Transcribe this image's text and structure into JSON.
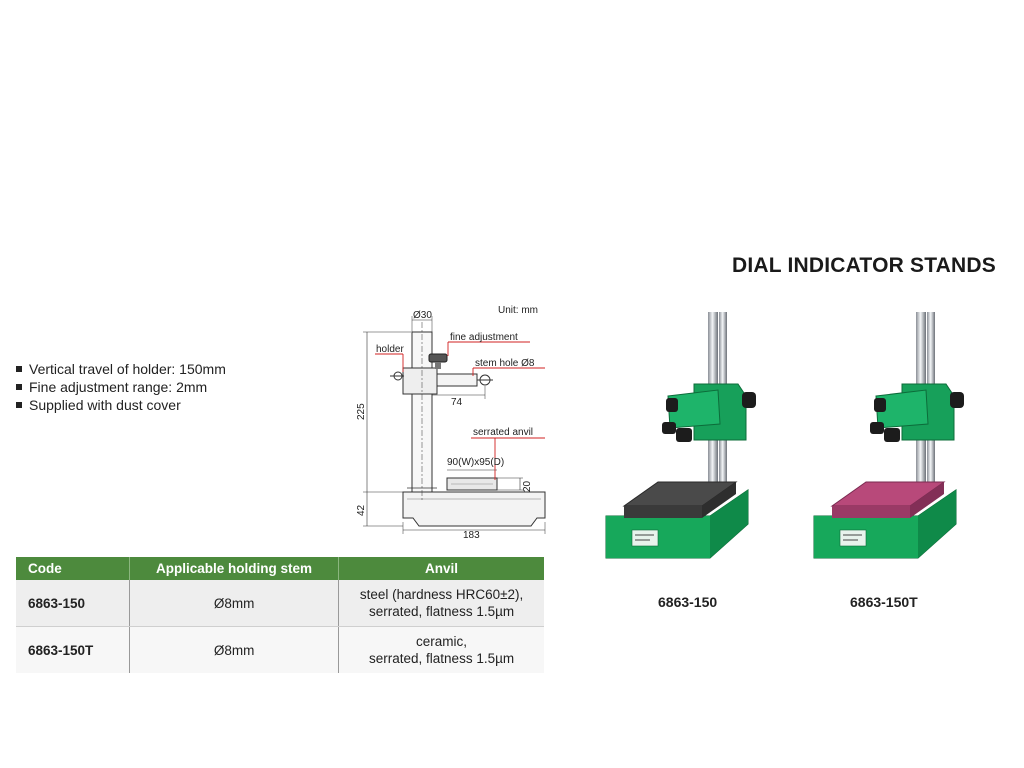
{
  "title": "DIAL INDICATOR STANDS",
  "features": [
    "Vertical travel of holder: 150mm",
    "Fine adjustment range: 2mm",
    "Supplied with dust cover"
  ],
  "drawing": {
    "unit": "Unit: mm",
    "dia_column": "Ø30",
    "fine_adjustment": "fine adjustment",
    "holder": "holder",
    "stem_hole": "stem hole Ø8",
    "height_225": "225",
    "reach_74": "74",
    "serrated_anvil": "serrated anvil",
    "anvil_size": "90(W)x95(D)",
    "anvil_h_20": "20",
    "base_h_42": "42",
    "base_w_183": "183"
  },
  "table": {
    "headers": [
      "Code",
      "Applicable holding stem",
      "Anvil"
    ],
    "rows": [
      {
        "code": "6863-150",
        "stem": "Ø8mm",
        "anvil_line1": "steel (hardness HRC60±2),",
        "anvil_line2": "serrated, flatness 1.5µm"
      },
      {
        "code": "6863-150T",
        "stem": "Ø8mm",
        "anvil_line1": "ceramic,",
        "anvil_line2": "serrated, flatness 1.5µm"
      }
    ]
  },
  "products": [
    {
      "label": "6863-150",
      "anvil_color": "#4a4a4a"
    },
    {
      "label": "6863-150T",
      "anvil_color": "#b8497a"
    }
  ],
  "colors": {
    "header_green": "#4d8a3d",
    "stand_green": "#17a05a",
    "dim_red": "#d02020"
  }
}
